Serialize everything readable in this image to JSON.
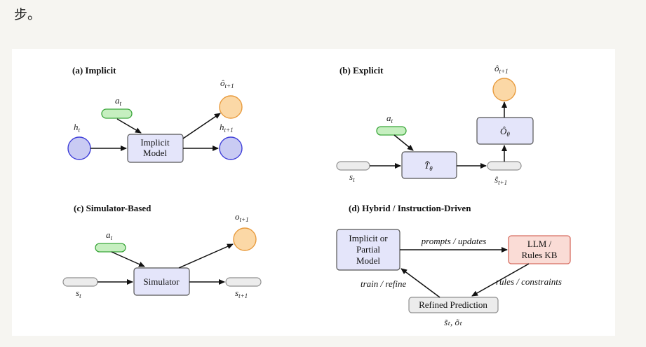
{
  "page": {
    "top_text": "步。"
  },
  "colors": {
    "blue_fill": "#c9cbf3",
    "blue_stroke": "#3d3dd8",
    "orange_fill": "#fbd8a6",
    "orange_stroke": "#e89a3c",
    "green_fill": "#c6efc0",
    "green_stroke": "#3aa63a",
    "gray_fill": "#ececec",
    "gray_stroke": "#8f8f8f",
    "box_fill": "#e4e5fa",
    "red_fill": "#fadcd6",
    "red_stroke": "#d76d61"
  },
  "panel_a": {
    "title": "(a) Implicit",
    "action": "a",
    "action_sub": "t",
    "hidden": "h",
    "hidden_sub": "t",
    "box_line1": "Implicit",
    "box_line2": "Model",
    "obs_next": "ô",
    "obs_next_sub": "t+1",
    "hidden_next": "h",
    "hidden_next_sub": "t+1"
  },
  "panel_b": {
    "title": "(b) Explicit",
    "action": "a",
    "action_sub": "t",
    "state": "s",
    "state_sub": "t",
    "transition": "T̂",
    "transition_sub": "θ",
    "observer": "Ô",
    "observer_sub": "θ",
    "state_next": "ŝ",
    "state_next_sub": "t+1",
    "obs_next": "ô",
    "obs_next_sub": "t+1"
  },
  "panel_c": {
    "title": "(c) Simulator-Based",
    "action": "a",
    "action_sub": "t",
    "state": "s",
    "state_sub": "t",
    "box": "Simulator",
    "obs_next": "o",
    "obs_next_sub": "t+1",
    "state_next": "s",
    "state_next_sub": "t+1"
  },
  "panel_d": {
    "title": "(d) Hybrid / Instruction-Driven",
    "model_line1": "Implicit or",
    "model_line2": "Partial",
    "model_line3": "Model",
    "kb_line1": "LLM /",
    "kb_line2": "Rules KB",
    "refined": "Refined Prediction",
    "refined_sub": "s̃ₜ, õₜ",
    "edge_prompts": "prompts / updates",
    "edge_rules": "rules / constraints",
    "edge_train": "train / refine"
  }
}
